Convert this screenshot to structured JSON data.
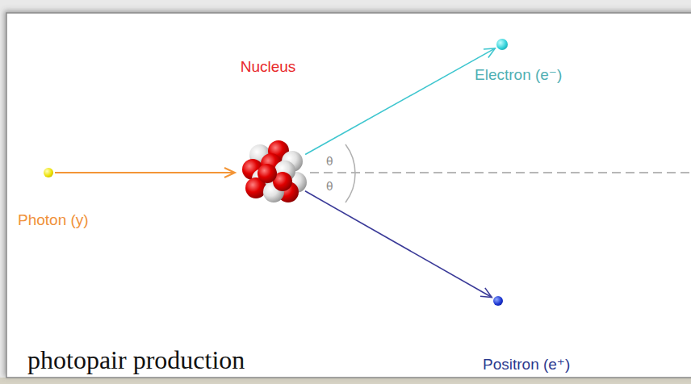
{
  "diagram": {
    "caption": "photopair production",
    "nodes": [
      {
        "text": [
          "Photon (y)"
        ]
      },
      {
        "text": [
          "Nucleus"
        ]
      },
      {
        "text": [
          "Electron (e⁻)"
        ]
      },
      {
        "text": [
          "Positron (e⁺)"
        ]
      }
    ],
    "edges": [
      {
        "from": 0,
        "to": 1,
        "arrow": "to"
      },
      {
        "from": 1,
        "to": 2,
        "arrow": "to"
      },
      {
        "from": 1,
        "to": 3,
        "arrow": "to"
      }
    ],
    "labels": [
      "θ",
      "θ"
    ]
  }
}
